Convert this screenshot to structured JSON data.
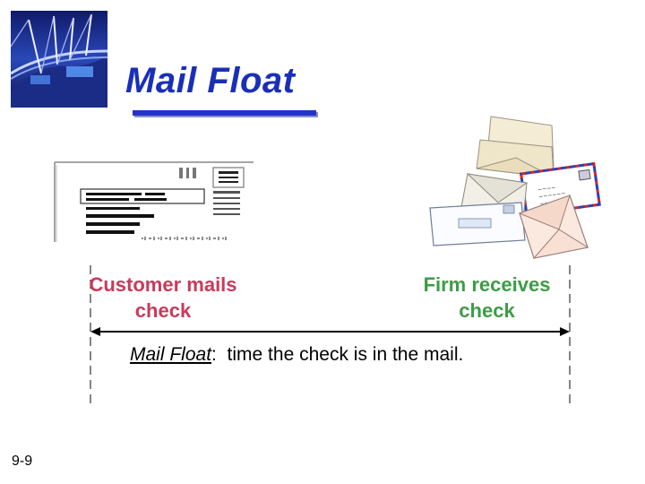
{
  "slide": {
    "title": "Mail Float",
    "number": "9-9"
  },
  "captions": {
    "left": "Customer mails check",
    "right": "Firm receives check"
  },
  "definition": {
    "term": "Mail Float",
    "separator": ":  ",
    "text": "time the check is in the mail."
  },
  "images": {
    "bridge": "bridge-photo",
    "check": "check-document-icon",
    "envelopes": "envelopes-icon"
  }
}
